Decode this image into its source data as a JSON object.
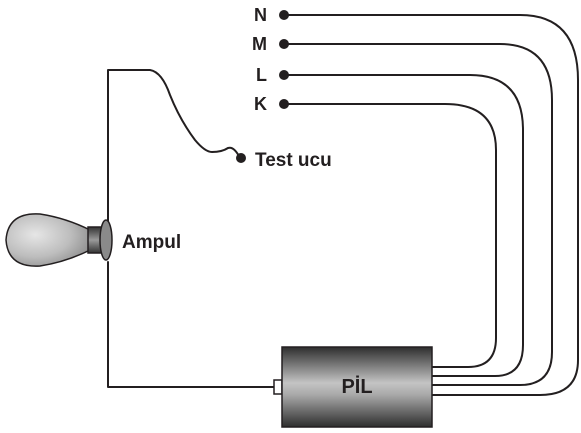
{
  "terminals": [
    {
      "id": "N",
      "label": "N"
    },
    {
      "id": "M",
      "label": "M"
    },
    {
      "id": "L",
      "label": "L"
    },
    {
      "id": "K",
      "label": "K"
    }
  ],
  "probe": {
    "label": "Test ucu"
  },
  "bulb": {
    "label": "Ampul"
  },
  "battery": {
    "label": "PİL"
  },
  "colors": {
    "ink": "#231f20",
    "battery_dark": "#3a3a3a",
    "battery_light": "#b5b5b5",
    "bulb_glass": "#bdbdbd",
    "bulb_base": "#555555"
  }
}
